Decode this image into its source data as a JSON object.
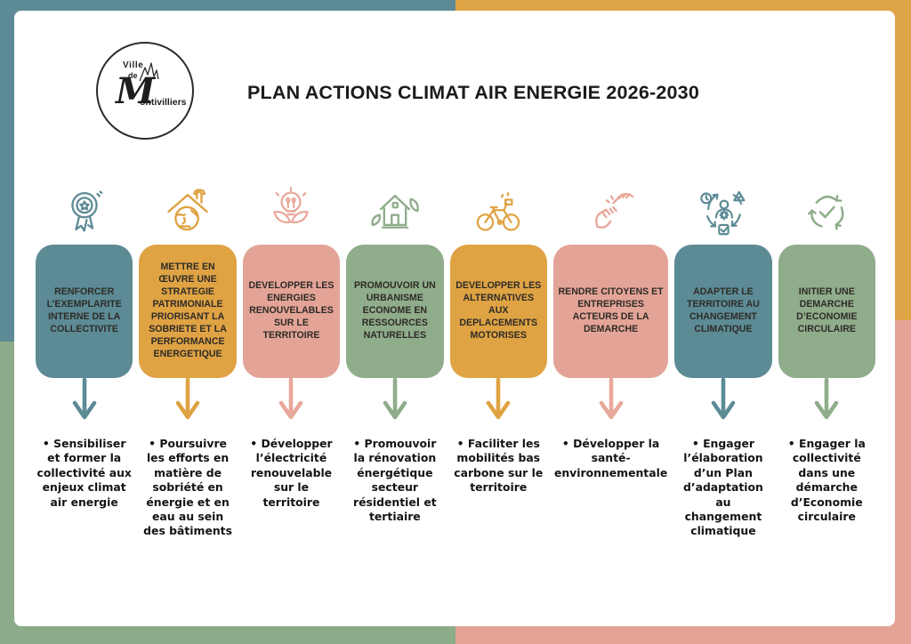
{
  "palette": {
    "teal": "#5c8b95",
    "orange": "#dfa344",
    "pink": "#e3a497",
    "green": "#8fac8b"
  },
  "header": {
    "logo": {
      "line1": "Ville",
      "line2": "de",
      "initial": "M",
      "rest": "ontivilliers"
    },
    "title": "PLAN ACTIONS CLIMAT AIR ENERGIE 2026-2030"
  },
  "columns": [
    {
      "color": "teal",
      "icon": "award-rosette-icon",
      "box_label": "RENFORCER L’EXEMPLARITE INTERNE DE LA COLLECTIVITE",
      "action": "• Sensibiliser et former la collectivité aux enjeux climat air energie"
    },
    {
      "color": "orange",
      "icon": "house-globe-icon",
      "box_label": "METTRE EN ŒUVRE UNE STRATEGIE PATRIMONIALE PRIORISANT LA SOBRIETE ET LA PERFORMANCE ENERGETIQUE",
      "action": "• Poursuivre les efforts en matière de sobriété en énergie et en eau au sein des bâtiments"
    },
    {
      "color": "pink",
      "icon": "bulb-leaves-icon",
      "box_label": "DEVELOPPER LES ENERGIES RENOUVELABLES SUR LE TERRITOIRE",
      "action": "• Développer l’électricité renouvelable sur le territoire"
    },
    {
      "color": "green",
      "icon": "eco-house-icon",
      "box_label": "PROMOUVOIR UN URBANISME ECONOME EN RESSOURCES NATURELLES",
      "action": "• Promouvoir la rénovation énergétique secteur résidentiel et tertiaire"
    },
    {
      "color": "orange",
      "icon": "bicycle-icon",
      "box_label": "DEVELOPPER LES ALTERNATIVES AUX DEPLACEMENTS MOTORISES",
      "action": "• Faciliter les mobilités bas carbone sur le territoire"
    },
    {
      "color": "pink",
      "icon": "hands-icon",
      "box_label": "RENDRE CITOYENS ET ENTREPRISES ACTEURS DE LA DEMARCHE",
      "action": "• Développer la santé-environnementale"
    },
    {
      "color": "teal",
      "icon": "adaptation-process-icon",
      "box_label": "ADAPTER LE TERRITOIRE AU CHANGEMENT CLIMATIQUE",
      "action": "• Engager l’élaboration d’un Plan d’adaptation au changement climatique"
    },
    {
      "color": "green",
      "icon": "recycle-icon",
      "box_label": "INITIER UNE DEMARCHE D’ECONOMIE CIRCULAIRE",
      "action": "• Engager la collectivité dans une démarche d’Economie circulaire"
    }
  ]
}
